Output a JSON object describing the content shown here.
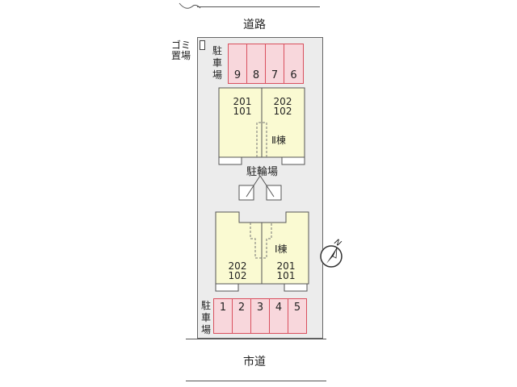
{
  "roads": {
    "top": "道路",
    "bottom": "市道"
  },
  "garbage": {
    "label_line1": "ゴミ",
    "label_line2": "置場"
  },
  "parking_top": {
    "label": [
      "駐",
      "車",
      "場"
    ],
    "spaces": [
      "9",
      "8",
      "7",
      "6"
    ]
  },
  "parking_bottom": {
    "label": [
      "駐",
      "車",
      "場"
    ],
    "spaces": [
      "1",
      "2",
      "3",
      "4",
      "5"
    ]
  },
  "building_2": {
    "name": "Ⅱ棟",
    "units_left": [
      "201",
      "101"
    ],
    "units_right": [
      "202",
      "102"
    ]
  },
  "building_1": {
    "name": "Ⅰ棟",
    "units_left": [
      "202",
      "102"
    ],
    "units_right": [
      "201",
      "101"
    ]
  },
  "bike_parking": {
    "label": "駐輪場"
  },
  "compass": {
    "label": "N"
  },
  "colors": {
    "parking_fill": "#f8d7dc",
    "parking_border": "#d9505e",
    "building_fill": "#fafad2",
    "lot_fill": "#ececec"
  }
}
